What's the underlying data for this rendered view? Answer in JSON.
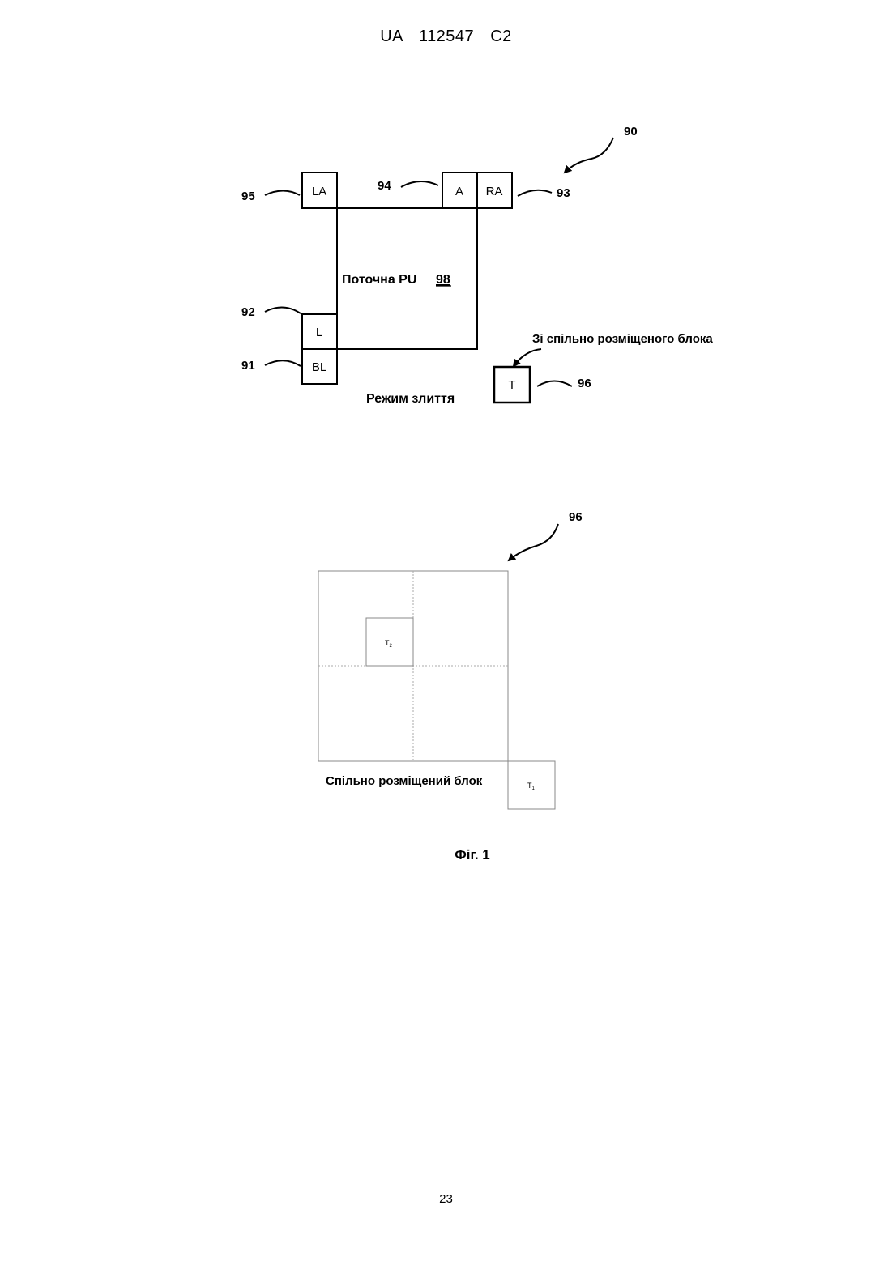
{
  "header": {
    "text": "UA   112547   C2"
  },
  "figure1": {
    "block_labels": {
      "LA": "LA",
      "A": "A",
      "RA": "RA",
      "L": "L",
      "BL": "BL",
      "T": "T"
    },
    "reference_numbers": {
      "r90": "90",
      "r91": "91",
      "r92": "92",
      "r93": "93",
      "r94": "94",
      "r95": "95",
      "r96": "96"
    },
    "current_pu_label": "Поточна PU",
    "current_pu_ref": "98",
    "colocated_source_label": "Зі спільно розміщеного блока",
    "merge_mode_label": "Режим злиття"
  },
  "figure2": {
    "ref": "96",
    "colocated_block_label": "Спільно розміщений блок",
    "t1_label": "T",
    "t1_sub": "1",
    "t2_label": "T",
    "t2_sub": "2"
  },
  "caption": "Фіг. 1",
  "page_number": "23"
}
